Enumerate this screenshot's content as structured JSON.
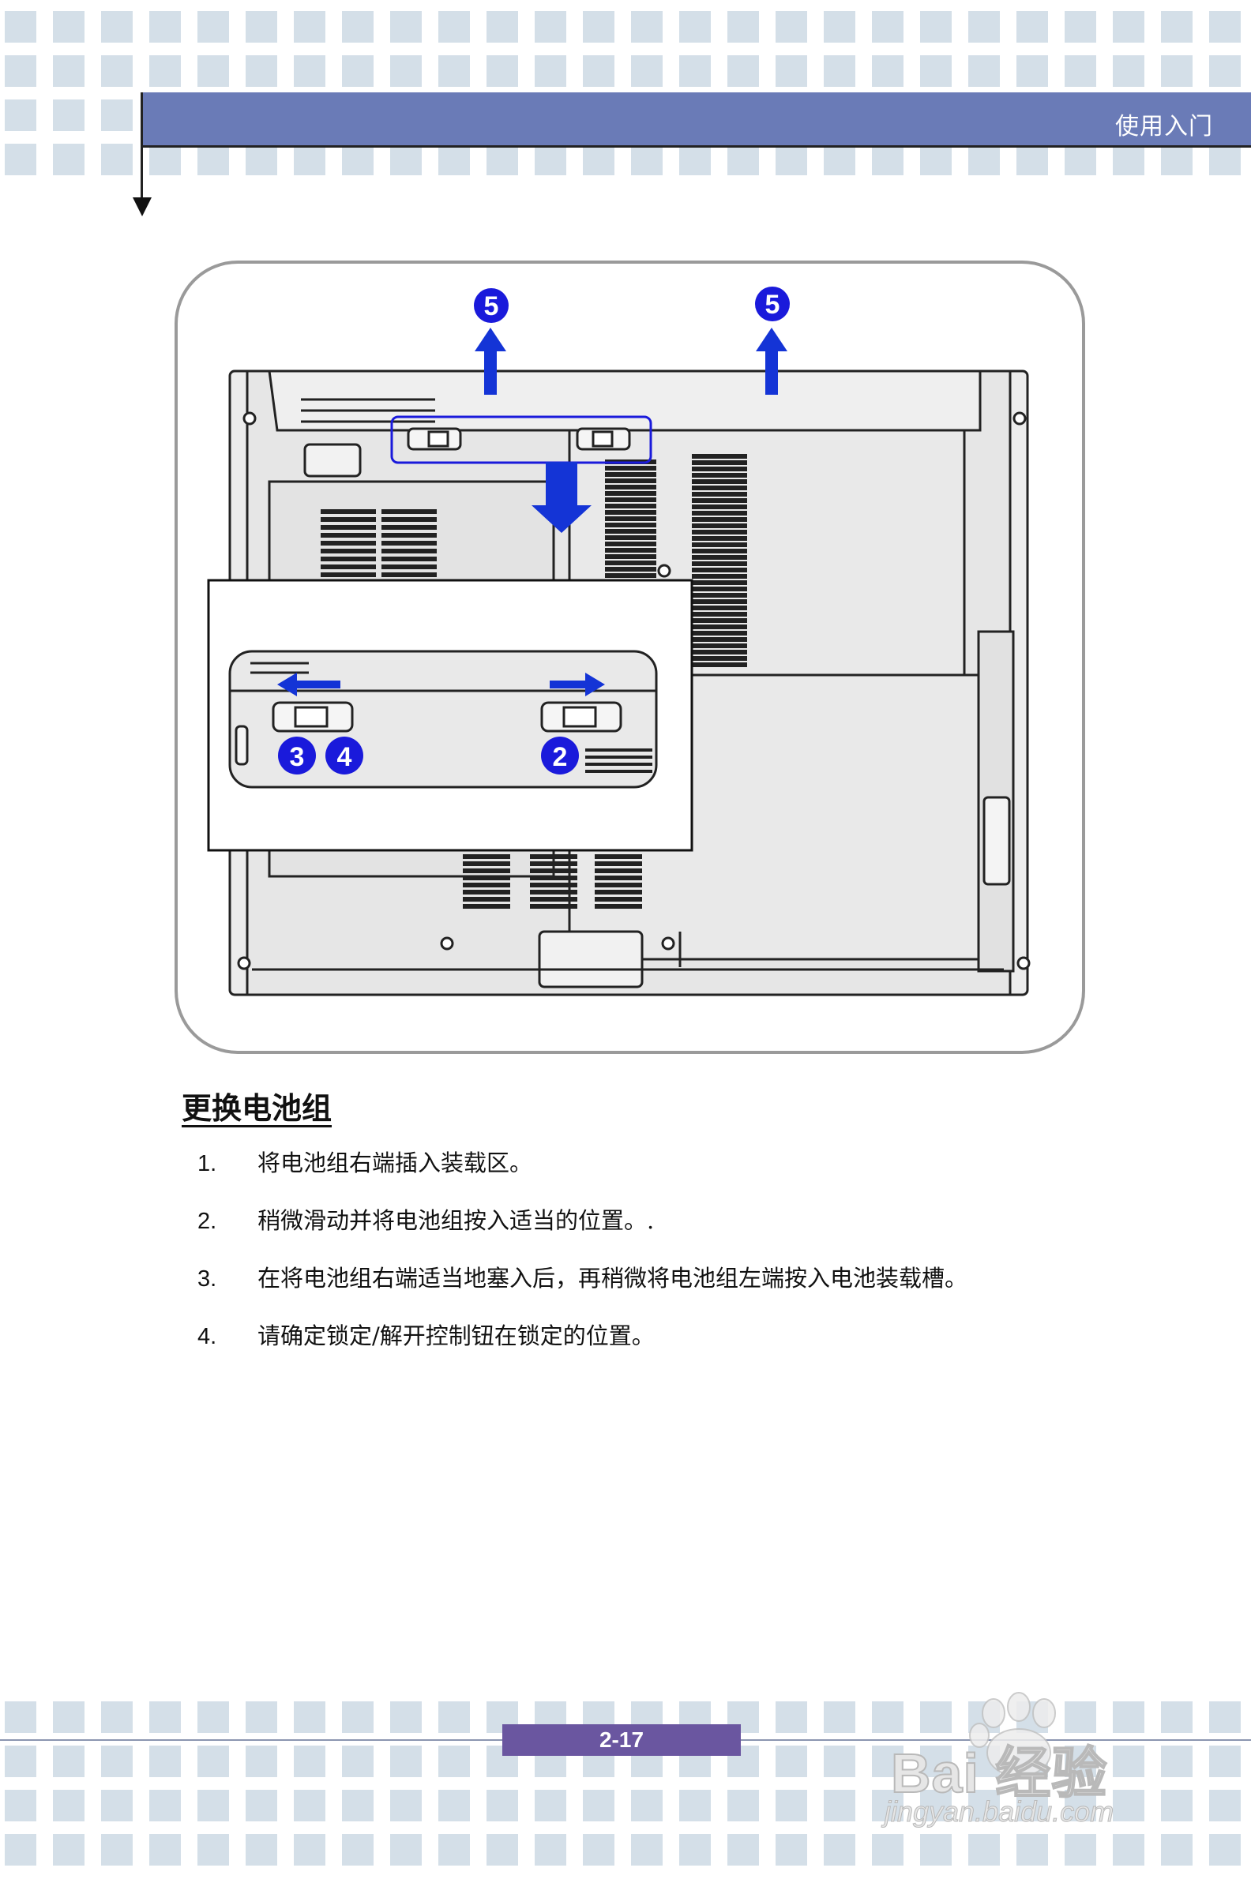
{
  "header": {
    "title": "使用入门"
  },
  "figure": {
    "callouts": [
      "5",
      "5",
      "3",
      "4",
      "2"
    ]
  },
  "section": {
    "heading": "更换电池组",
    "steps": [
      {
        "num": "1.",
        "text": "将电池组右端插入装载区。"
      },
      {
        "num": "2.",
        "text": "稍微滑动并将电池组按入适当的位置。."
      },
      {
        "num": "3.",
        "text": "在将电池组右端适当地塞入后，再稍微将电池组左端按入电池装载槽。"
      },
      {
        "num": "4.",
        "text": "请确定锁定/解开控制钮在锁定的位置。"
      }
    ]
  },
  "footer": {
    "page_number": "2-17"
  },
  "watermark": {
    "brand": "Bai 经验",
    "url": "jingyan.baidu.com"
  },
  "colors": {
    "header_band": "#6a7bb7",
    "page_number_bar": "#6a56a0",
    "callout_blue": "#1a1adb",
    "arrow_blue": "#1434d6",
    "tile": "#d4dfe8"
  }
}
